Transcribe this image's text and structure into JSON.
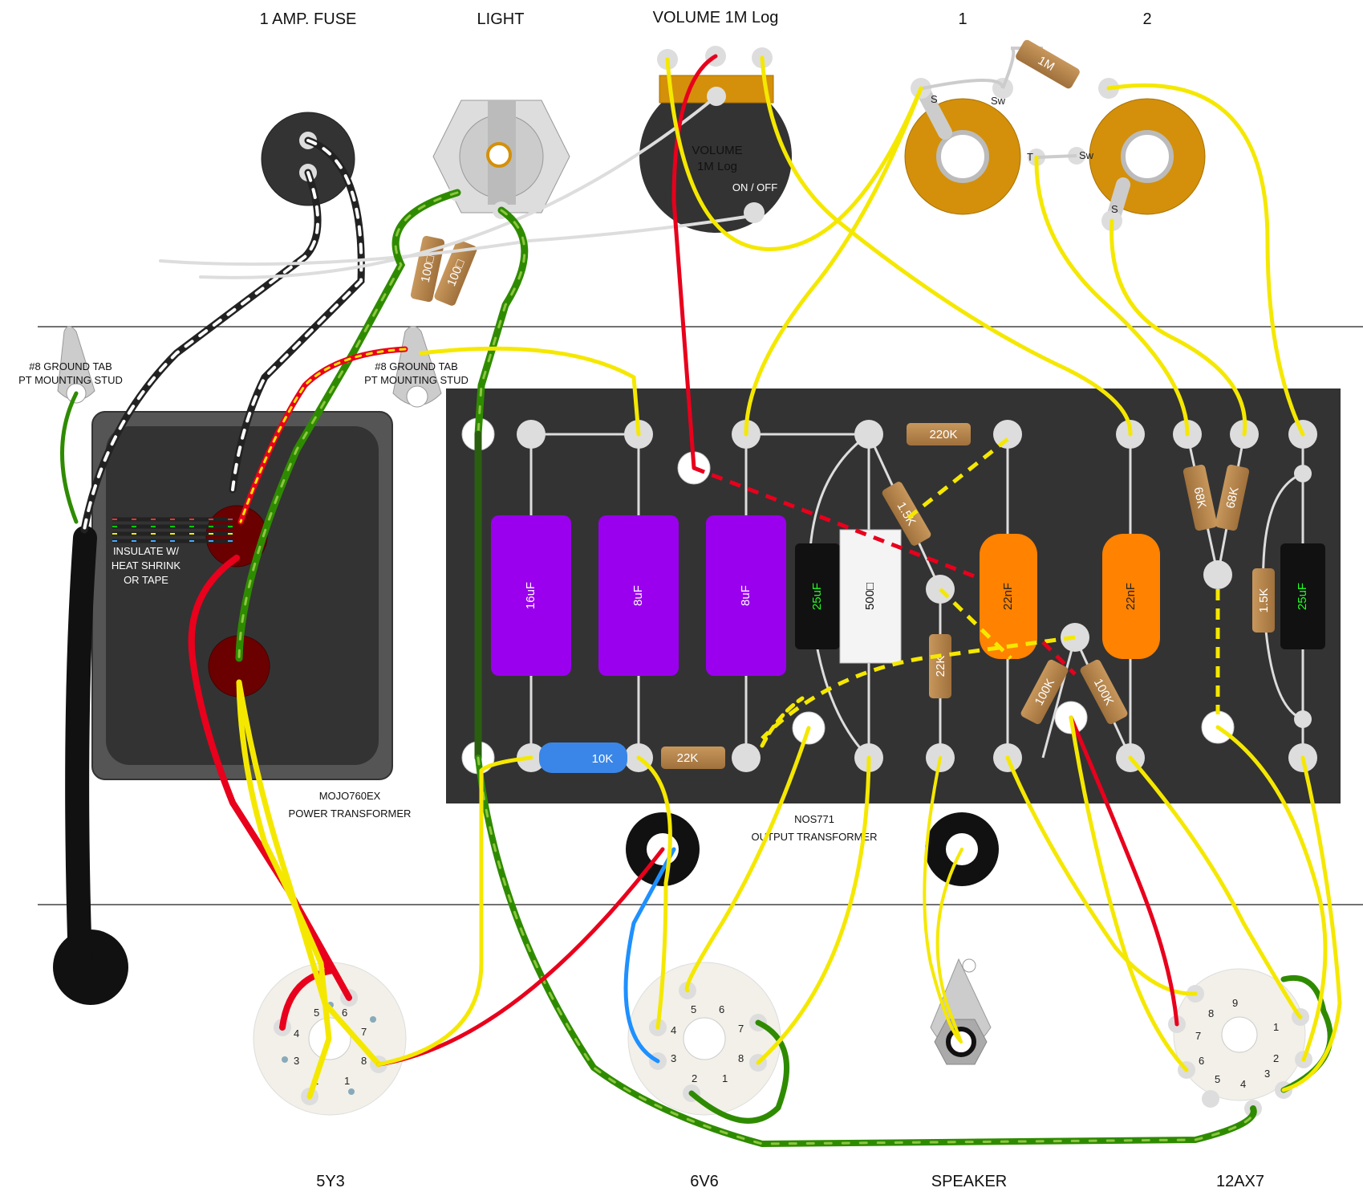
{
  "top_labels": {
    "fuse": "1 AMP. FUSE",
    "light": "LIGHT",
    "volume": "VOLUME 1M Log",
    "input1": "1",
    "input2": "2"
  },
  "volume_pot": {
    "label_line1": "VOLUME",
    "label_line2": "1M Log",
    "switch": "ON / OFF"
  },
  "ground_tab_left": {
    "line1": "#8 GROUND TAB",
    "line2": "PT MOUNTING STUD"
  },
  "ground_tab_right": {
    "line1": "#8 GROUND TAB",
    "line2": "PT MOUNTING STUD"
  },
  "insulate_note": {
    "line1": "INSULATE W/",
    "line2": "HEAT SHRINK",
    "line3": "OR TAPE"
  },
  "power_transformer": {
    "line1": "MOJO760EX",
    "line2": "POWER TRANSFORMER"
  },
  "output_transformer": {
    "line1": "NOS771",
    "line2": "OUTPUT TRANSFORMER"
  },
  "jack_pins": {
    "s": "S",
    "sw": "Sw",
    "t": "T"
  },
  "components": {
    "r_1m": "1M",
    "r_100_a": "100□",
    "r_100_b": "100□",
    "c_16uf": "16uF",
    "c_8uf_a": "8uF",
    "c_8uf_b": "8uF",
    "c_25uf_a": "25uF",
    "r_500": "500□",
    "r_220k": "220K",
    "r_1_5k_a": "1.5K",
    "r_22k_a": "22K",
    "c_22nf_a": "22nF",
    "c_22nf_b": "22nF",
    "r_100k_a": "100K",
    "r_100k_b": "100K",
    "r_68k_a": "68K",
    "r_68k_b": "68K",
    "r_1_5k_b": "1.5K",
    "c_25uf_b": "25uF",
    "r_10k": "10K",
    "r_22k_b": "22K"
  },
  "tubes": {
    "t5y3": {
      "label": "5Y3",
      "pins": [
        "1",
        "2",
        "3",
        "4",
        "5",
        "6",
        "7",
        "8"
      ]
    },
    "t6v6": {
      "label": "6V6",
      "pins": [
        "1",
        "2",
        "3",
        "4",
        "5",
        "6",
        "7",
        "8"
      ]
    },
    "speaker": {
      "label": "SPEAKER"
    },
    "t12ax7": {
      "label": "12AX7",
      "pins": [
        "1",
        "2",
        "3",
        "4",
        "5",
        "6",
        "7",
        "8",
        "9"
      ]
    }
  },
  "colors": {
    "board": "#333333",
    "wire_yellow": "#f5e800",
    "wire_red": "#e8001c",
    "wire_green": "#2e8b00",
    "wire_blue": "#1e90ff",
    "wire_black": "#222222",
    "cap_purple": "#9a00ee",
    "cap_orange": "#ff8200",
    "jack_orange": "#d4900a",
    "resistor": "#b5834a"
  }
}
